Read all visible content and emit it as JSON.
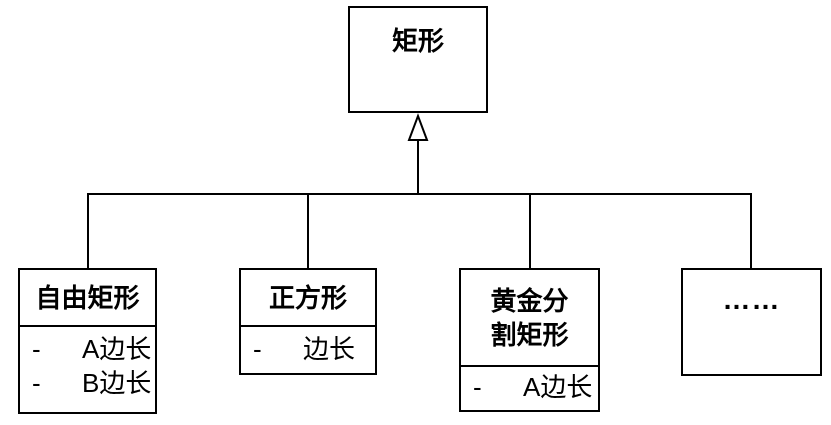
{
  "diagram": {
    "type": "uml-class-inheritance",
    "background_color": "#ffffff",
    "line_color": "#000000",
    "icons": {
      "inheritance": "hollow-triangle-up-icon"
    },
    "attribute_bullet": "-",
    "parent": {
      "title": "矩形"
    },
    "children": [
      {
        "title": "自由矩形",
        "attributes": [
          "A边长",
          "B边长"
        ]
      },
      {
        "title": "正方形",
        "attributes": [
          "边长"
        ]
      },
      {
        "title": "黄金分\n割矩形",
        "attributes": [
          "A边长"
        ]
      },
      {
        "title": "……",
        "attributes": []
      }
    ]
  }
}
